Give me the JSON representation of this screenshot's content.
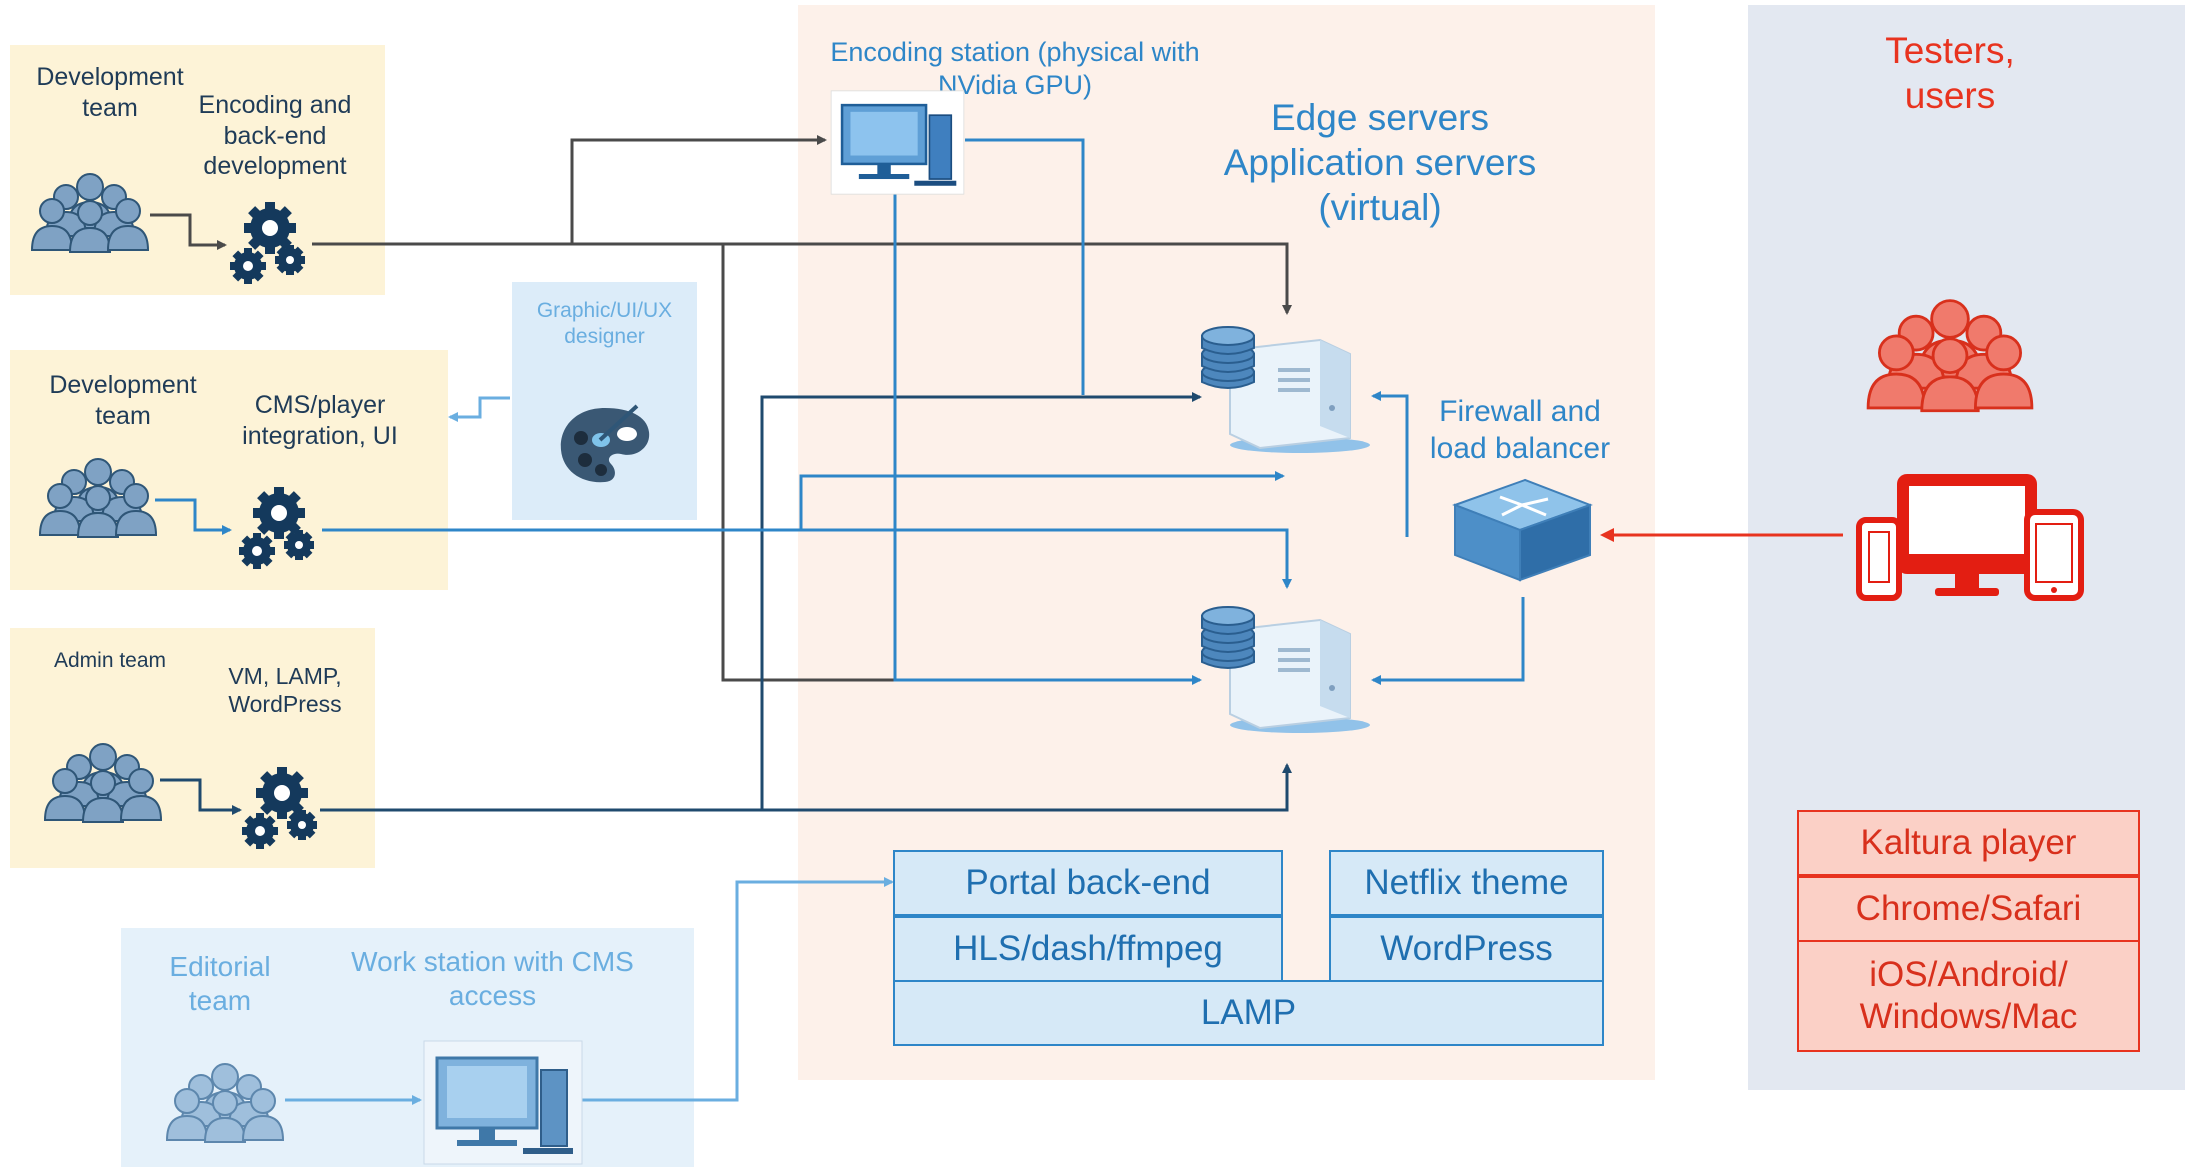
{
  "colors": {
    "dev_bg": "#fdf3d7",
    "center_bg": "#fdf1ea",
    "right_bg": "#e3e8f1",
    "editorial_bg": "#e5f1fa",
    "designer_bg": "#dcecf9",
    "arrow_dark": "#1f4a6e",
    "arrow_gray": "#4a4a4a",
    "arrow_blue": "#2e86c8",
    "arrow_light": "#6aaee0",
    "arrow_red": "#e8331f"
  },
  "groups": {
    "dev_backend": {
      "team_label": "Development\nteam",
      "role_label": "Encoding and\nback-end\ndevelopment"
    },
    "dev_cms": {
      "team_label": "Development\nteam",
      "role_label": "CMS/player\nintegration, UI"
    },
    "admin": {
      "team_label": "Admin team",
      "role_label": "VM, LAMP,\nWordPress"
    },
    "editorial": {
      "team_label": "Editorial\nteam",
      "role_label": "Work station with CMS\naccess"
    },
    "designer": {
      "label": "Graphic/UI/UX\ndesigner"
    }
  },
  "center": {
    "encoding_station": "Encoding station (physical with\nNVidia GPU)",
    "servers_title": "Edge servers\nApplication servers\n(virtual)",
    "firewall_label": "Firewall and\nload balancer",
    "stack": {
      "portal_backend": "Portal back-end",
      "netflix_theme": "Netflix theme",
      "hls": "HLS/dash/ffmpeg",
      "wordpress": "WordPress",
      "lamp": "LAMP"
    }
  },
  "right": {
    "title": "Testers,\nusers",
    "client_stack": [
      "Kaltura player",
      "Chrome/Safari",
      "iOS/Android/\nWindows/Mac"
    ]
  },
  "icons": {
    "team_icon": "people-group-icon",
    "gear_icon": "gears-icon",
    "workstation_icon": "desktop-computer-icon",
    "server_icon": "database-server-icon",
    "router_icon": "network-switch-icon",
    "palette_icon": "paint-palette-icon",
    "devices_icon": "multi-device-icon"
  }
}
